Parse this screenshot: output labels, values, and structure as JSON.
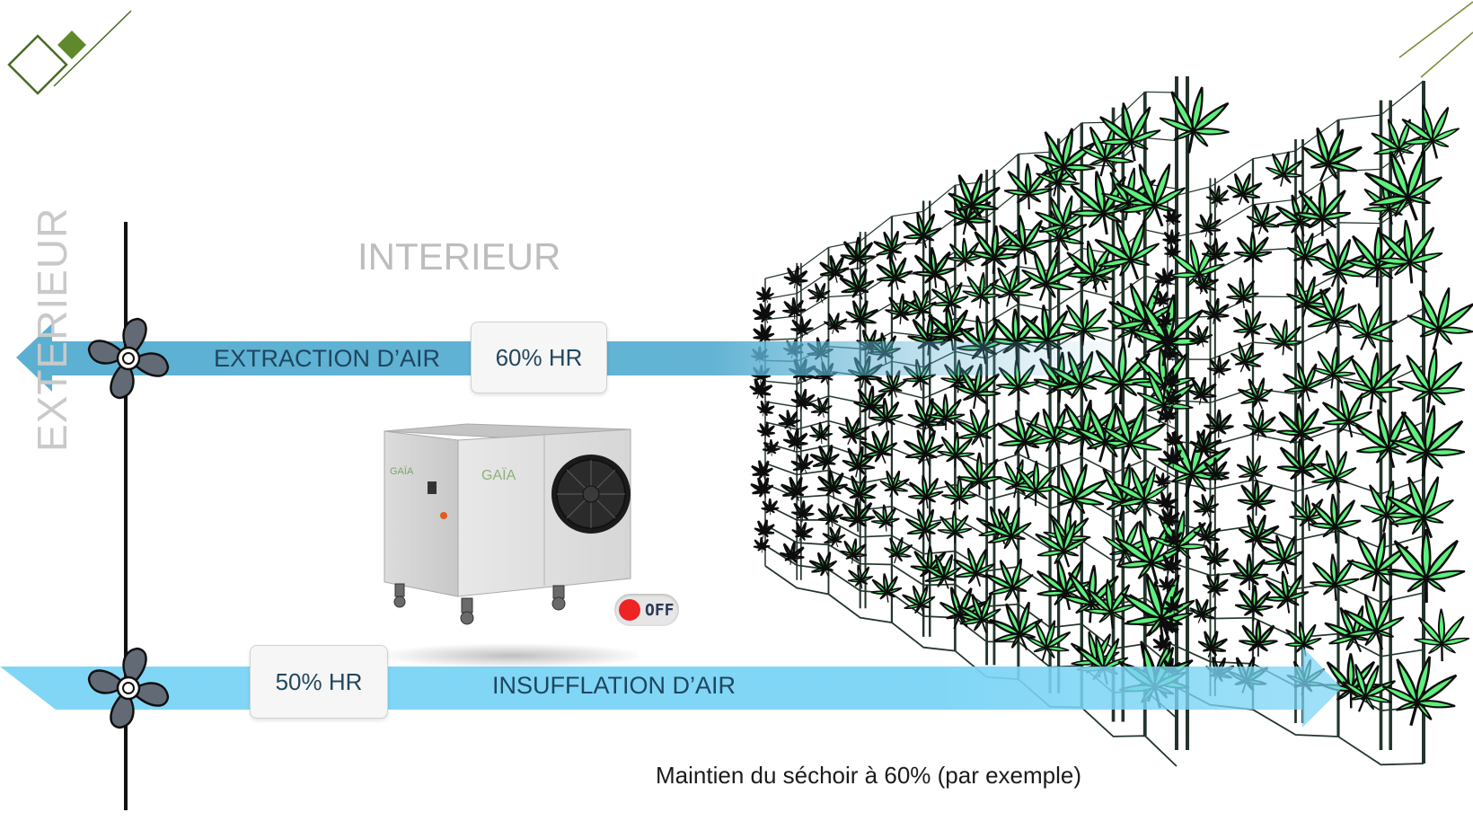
{
  "labels": {
    "exterior": "EXTERIEUR",
    "interior": "INTERIEUR",
    "extraction": "EXTRACTION D’AIR",
    "insufflation": "INSUFFLATION D’AIR",
    "hr_top": "60% HR",
    "hr_bottom": "50% HR",
    "caption": "Maintien du séchoir à 60% (par exemple)"
  },
  "dehumidifier": {
    "brand": "GAÏA",
    "switch_state": "OFF"
  },
  "icons": [
    "fan-icon",
    "dehumidifier-unit",
    "cannabis-leaf-icon",
    "drying-rack"
  ],
  "colors": {
    "extraction_arrow": "#5bb0d2",
    "insufflation_arrow": "#7ad4f5",
    "leaf_fill": "#5df07d",
    "leaf_stroke": "#0d0d0d",
    "rack_stroke": "#23352b",
    "accent_green": "#4a7a23",
    "label_text": "#1e4660",
    "off_indicator": "#ee2424"
  }
}
